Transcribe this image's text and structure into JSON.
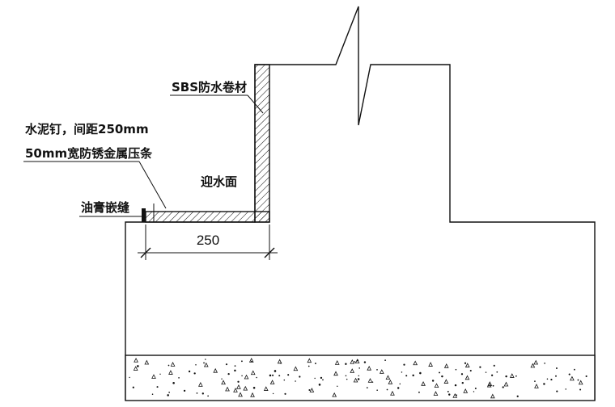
{
  "labels": {
    "membrane": "SBS防水卷材",
    "nail": "水泥钉，间距250mm",
    "strip": "50mm宽防锈金属压条",
    "sealant": "油膏嵌缝",
    "face": "迎水面",
    "dimension": "250"
  }
}
